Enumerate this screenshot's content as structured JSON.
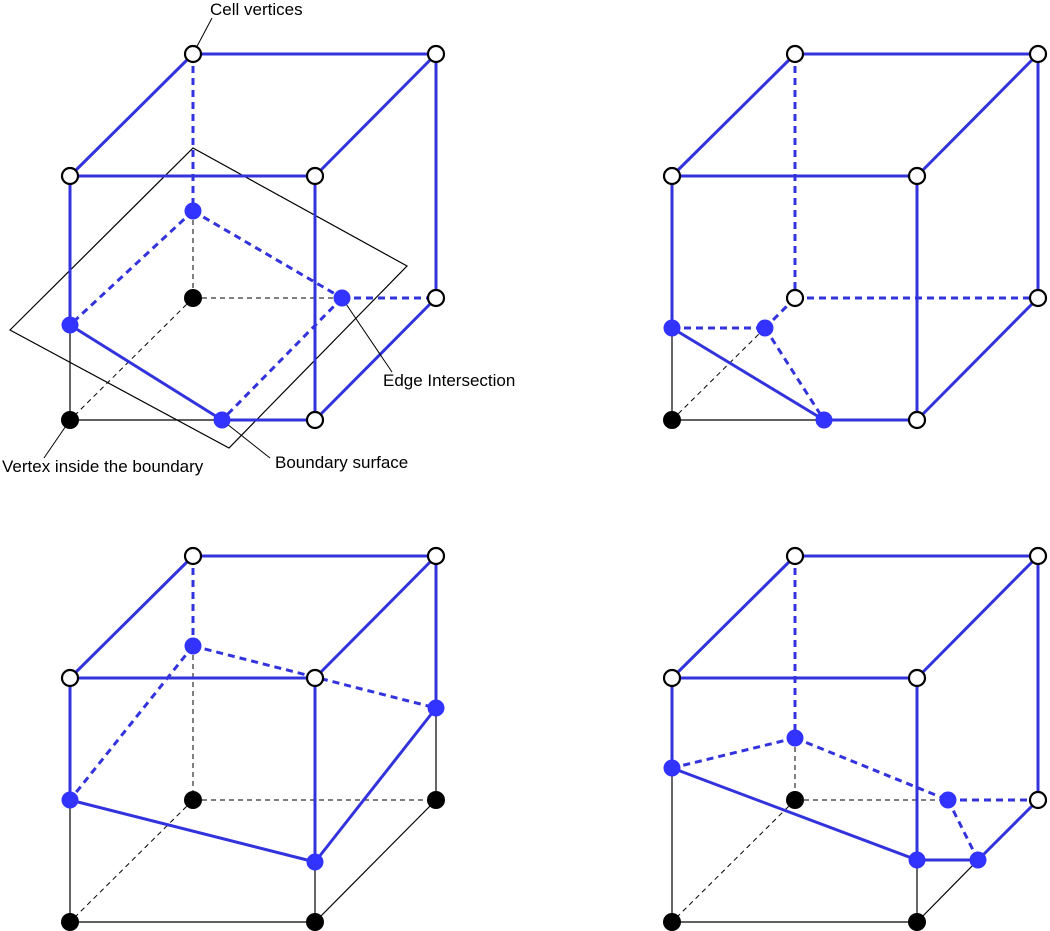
{
  "labels": {
    "cell_vertices": "Cell vertices",
    "edge_intersection": "Edge Intersection",
    "vertex_inside": "Vertex inside the boundary",
    "boundary_surface": "Boundary surface"
  },
  "colors": {
    "cube_edge": "#3333dd",
    "intersection_point": "#3333ff",
    "inside_vertex": "#000000",
    "hidden_edge": "#000000",
    "outline": "#000000"
  },
  "panels": [
    {
      "id": "top-left",
      "inside_vertices": [
        "back-bottom-left",
        "front-bottom-left"
      ],
      "intersection_points": 4
    },
    {
      "id": "top-right",
      "inside_vertices": [
        "front-bottom-left"
      ],
      "intersection_points": 3
    },
    {
      "id": "bottom-left",
      "inside_vertices": [
        "back-bottom-left",
        "back-bottom-right",
        "front-bottom-left",
        "front-bottom-right"
      ],
      "intersection_points": 4
    },
    {
      "id": "bottom-right",
      "inside_vertices": [
        "back-bottom-left",
        "front-bottom-left",
        "front-bottom-right"
      ],
      "intersection_points": 5
    }
  ]
}
